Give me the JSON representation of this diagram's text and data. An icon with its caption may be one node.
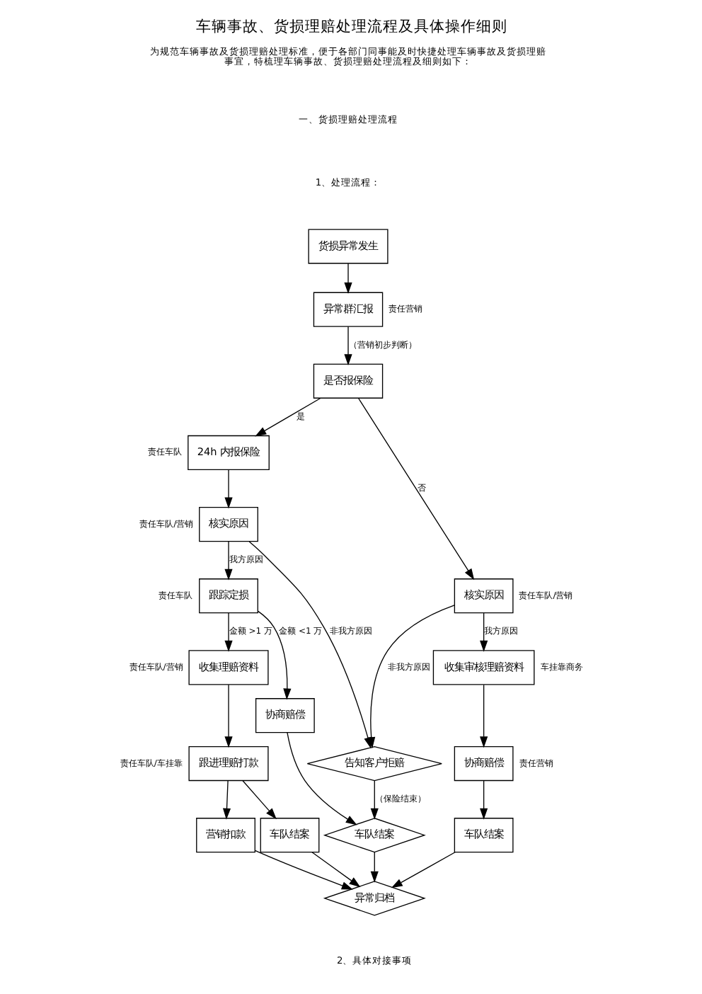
{
  "diagram": {
    "title": "车辆事故、货损理赔处理流程及具体操作细则",
    "nodes": [
      {
        "text": [
          "货损异常发生"
        ]
      },
      {
        "text": [
          "异常群汇报"
        ],
        "beside": [
          "责任营销"
        ]
      },
      {
        "text": [
          "是否报保险"
        ]
      },
      {
        "text": [
          "24h 内报保险"
        ],
        "beside": [
          "责任车队"
        ]
      },
      {
        "text": [
          "核实原因"
        ],
        "beside": [
          "责任车队/营销"
        ]
      },
      {
        "text": [
          "跟踪定损"
        ],
        "beside": [
          "责任车队"
        ]
      },
      {
        "text": [
          "收集理赔资料"
        ],
        "beside": [
          "责任车队/营销"
        ]
      },
      {
        "text": [
          "跟进理赔打款"
        ],
        "beside": [
          "责任车队/车挂靠"
        ]
      },
      {
        "text": [
          "营销扣款"
        ]
      },
      {
        "text": [
          "车队结案"
        ]
      },
      {
        "text": [
          "协商赔偿"
        ]
      },
      {
        "text": [
          "告知客户拒赔"
        ]
      },
      {
        "text": [
          "车队结案"
        ]
      },
      {
        "text": [
          "异常归档"
        ]
      },
      {
        "text": [
          "核实原因"
        ],
        "beside": [
          "责任车队/营销"
        ]
      },
      {
        "text": [
          "收集审核理赔资料"
        ],
        "beside": [
          "车挂靠商务"
        ]
      },
      {
        "text": [
          "协商赔偿"
        ],
        "beside": [
          "责任营销"
        ]
      },
      {
        "text": [
          "车队结案"
        ]
      }
    ],
    "edges": [
      {
        "from": 0,
        "to": 1,
        "arrow": "to"
      },
      {
        "from": 1,
        "to": 2,
        "arrow": "to",
        "label": "（营销初步判断）"
      },
      {
        "from": 2,
        "to": 3,
        "arrow": "to",
        "label": "是"
      },
      {
        "from": 2,
        "to": 14,
        "arrow": "to",
        "label": "否"
      },
      {
        "from": 3,
        "to": 4,
        "arrow": "to"
      },
      {
        "from": 4,
        "to": 11,
        "arrow": "to",
        "label": "非我方原因"
      },
      {
        "from": 4,
        "to": 5,
        "arrow": "to",
        "label": "我方原因"
      },
      {
        "from": 5,
        "to": 10,
        "arrow": "to",
        "label": "金额 <1 万"
      },
      {
        "from": 5,
        "to": 6,
        "arrow": "to",
        "label": "金额 >1 万"
      },
      {
        "from": 6,
        "to": 7,
        "arrow": "to"
      },
      {
        "from": 7,
        "to": 8,
        "arrow": "to"
      },
      {
        "from": 7,
        "to": 9,
        "arrow": "to"
      },
      {
        "from": 10,
        "to": 12,
        "arrow": "to"
      },
      {
        "from": 11,
        "to": 12,
        "arrow": "to",
        "label": "（保险结束）"
      },
      {
        "from": 12,
        "to": 13,
        "arrow": "to"
      },
      {
        "from": 8,
        "to": 13,
        "arrow": "to"
      },
      {
        "from": 9,
        "to": 13,
        "arrow": "to"
      },
      {
        "from": 14,
        "to": 11,
        "arrow": "to",
        "label": "非我方原因"
      },
      {
        "from": 14,
        "to": 15,
        "arrow": "to",
        "label": "我方原因"
      },
      {
        "from": 15,
        "to": 16,
        "arrow": "to"
      },
      {
        "from": 16,
        "to": 17,
        "arrow": "to"
      },
      {
        "from": 17,
        "to": 13,
        "arrow": "to"
      }
    ],
    "labels": [
      "为规范车辆事故及货损理赔处理标准，便于各部门同事能及时快捷处理车辆事故及货损理赔事宜，特梳理车辆事故、货损理赔处理流程及细则如下：",
      "一、货损理赔处理流程",
      "1、处理流程：",
      "2、具体对接事项"
    ]
  }
}
